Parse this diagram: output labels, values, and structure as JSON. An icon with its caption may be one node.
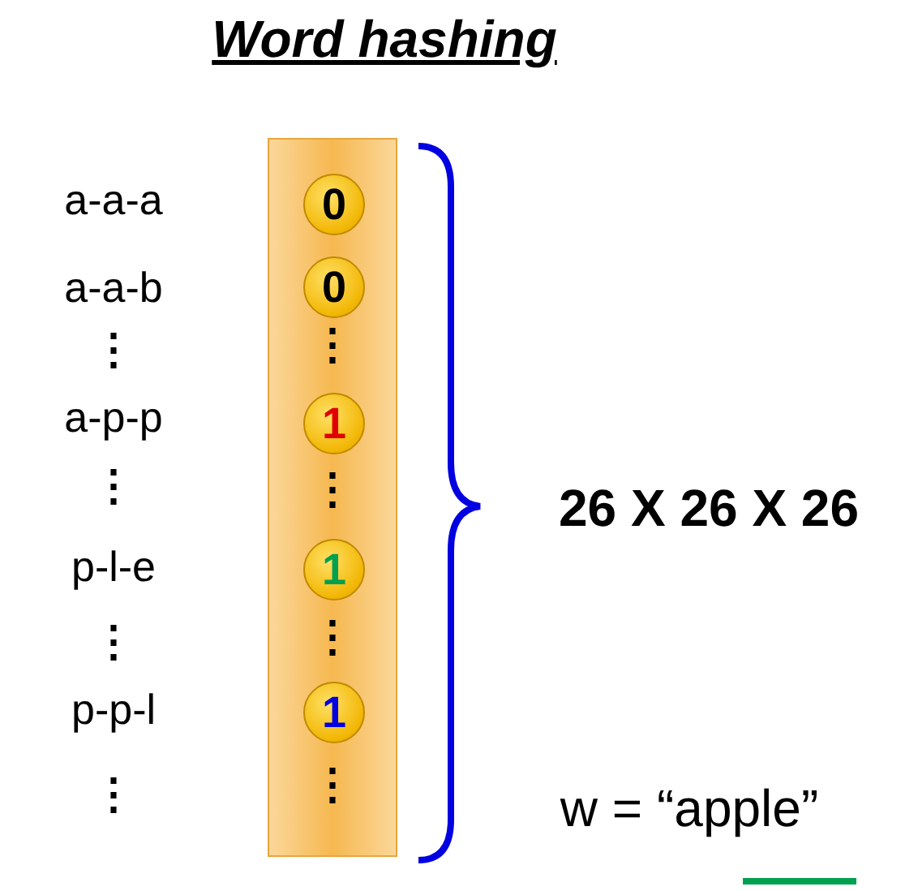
{
  "diagram": {
    "title": "Word hashing",
    "nodes": [
      {
        "text": [],
        "shape": "bar"
      },
      {
        "text": [
          "0"
        ],
        "in": 0
      },
      {
        "text": [
          "0"
        ],
        "in": 0
      },
      {
        "text": [
          "1"
        ],
        "in": 0
      },
      {
        "text": [
          "1"
        ],
        "in": 0
      },
      {
        "text": [
          "1"
        ],
        "in": 0
      }
    ],
    "labels": [
      "a-a-a",
      "a-a-b",
      "⋮",
      "a-p-p",
      "⋮",
      "p-l-e",
      "⋮",
      "p-p-l",
      "⋮",
      "⋮",
      "⋮",
      "⋮",
      "⋮",
      "26 X 26 X 26",
      "w = “apple”"
    ]
  }
}
